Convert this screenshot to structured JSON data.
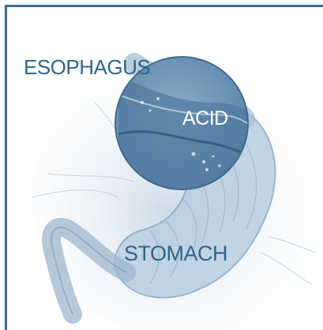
{
  "labels": {
    "esophagus": "ESOPHAGUS",
    "acid": "ACID",
    "stomach": "STOMACH"
  },
  "colors": {
    "frame_border": "#3f6b8f",
    "label_text": "#2f6588",
    "magnifier_fill": "#6f97b8",
    "organ_tint": "#c9d8e6"
  }
}
